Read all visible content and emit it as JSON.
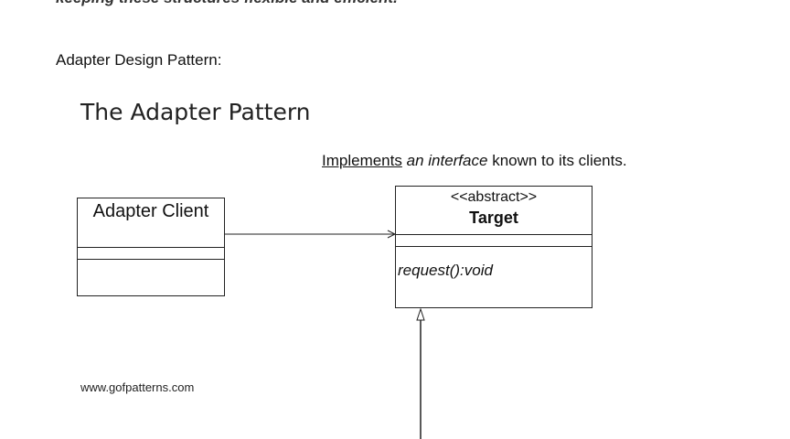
{
  "cut_off_text": "keeping these structures flexible and efficient.",
  "heading": "Adapter Design Pattern:",
  "diagram": {
    "title": "The Adapter Pattern",
    "note": {
      "underlined": "Implements",
      "italic": "an interface",
      "rest": "known to its clients."
    },
    "client": {
      "name": "Adapter Client"
    },
    "target": {
      "stereotype": "<<abstract>>",
      "name": "Target",
      "method": "request():void"
    },
    "credit": "www.gofpatterns.com"
  }
}
